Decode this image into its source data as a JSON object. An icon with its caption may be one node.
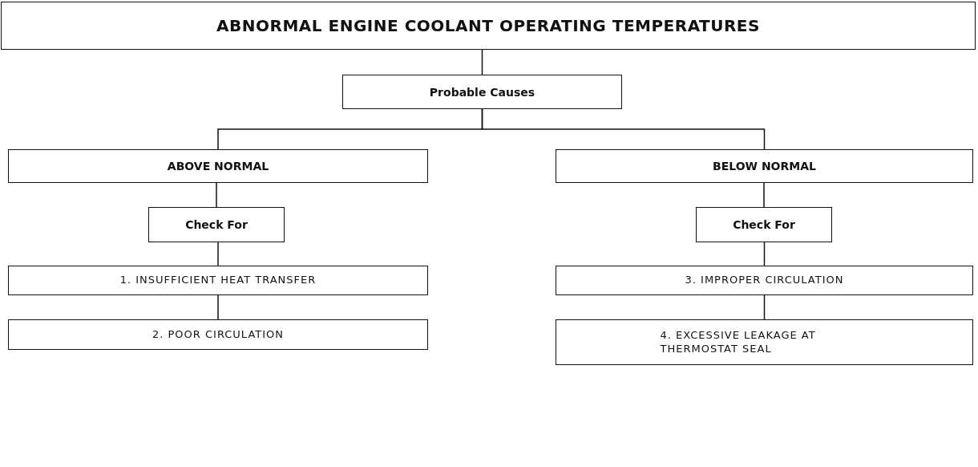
{
  "diagram": {
    "nodes": [
      {
        "text": [
          "ABNORMAL ENGINE COOLANT OPERATING TEMPERATURES"
        ]
      },
      {
        "text": [
          "Probable Causes"
        ]
      },
      {
        "text": [
          "ABOVE NORMAL"
        ]
      },
      {
        "text": [
          "BELOW NORMAL"
        ]
      },
      {
        "text": [
          "Check For"
        ]
      },
      {
        "text": [
          "Check For"
        ]
      },
      {
        "text": [
          "1. INSUFFICIENT HEAT TRANSFER"
        ]
      },
      {
        "text": [
          "2. POOR CIRCULATION"
        ]
      },
      {
        "text": [
          "3. IMPROPER CIRCULATION"
        ]
      },
      {
        "text": [
          "4. EXCESSIVE LEAKAGE AT THERMOSTAT SEAL"
        ]
      }
    ],
    "edges": [
      {
        "from": 0,
        "to": 1,
        "arrow": "none"
      },
      {
        "from": 1,
        "to": 2,
        "arrow": "none"
      },
      {
        "from": 1,
        "to": 3,
        "arrow": "none"
      },
      {
        "from": 2,
        "to": 4,
        "arrow": "none"
      },
      {
        "from": 3,
        "to": 5,
        "arrow": "none"
      },
      {
        "from": 4,
        "to": 6,
        "arrow": "none"
      },
      {
        "from": 6,
        "to": 7,
        "arrow": "none"
      },
      {
        "from": 5,
        "to": 8,
        "arrow": "none"
      },
      {
        "from": 8,
        "to": 9,
        "arrow": "none"
      }
    ]
  }
}
